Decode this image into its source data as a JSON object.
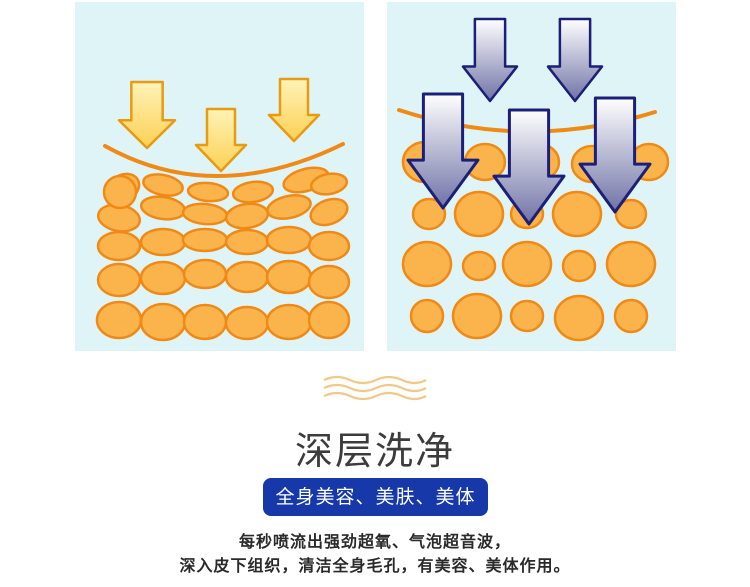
{
  "colors": {
    "panel_background": "#dff4f7",
    "cell_fill": "#fbb44c",
    "cell_outline": "#f08a16",
    "skin_line": "#f08a16",
    "light_arrow_fill": "#fcdc6c",
    "light_arrow_outline": "#e89a10",
    "deep_arrow_fill": "#8e92bd",
    "deep_arrow_outline": "#1c1f78",
    "title_text": "#3c3c3c",
    "badge_background": "#1638a8",
    "badge_text": "#ffffff",
    "divider_wave": "#f0c888"
  },
  "illustrations": {
    "left_panel": {
      "icon": "down-arrow-icon",
      "arrow_count": 3,
      "style": "light-surface-cleansing"
    },
    "right_panel": {
      "icon": "down-arrow-icon",
      "arrow_count": 5,
      "style": "deep-penetrating-cleansing"
    }
  },
  "title": "深层洗净",
  "badge": "全身美容、美肤、美体",
  "description": {
    "line1": "每秒喷流出强劲超氧、气泡超音波，",
    "line2": "深入皮下组织，清洁全身毛孔，有美容、美体作用。"
  }
}
